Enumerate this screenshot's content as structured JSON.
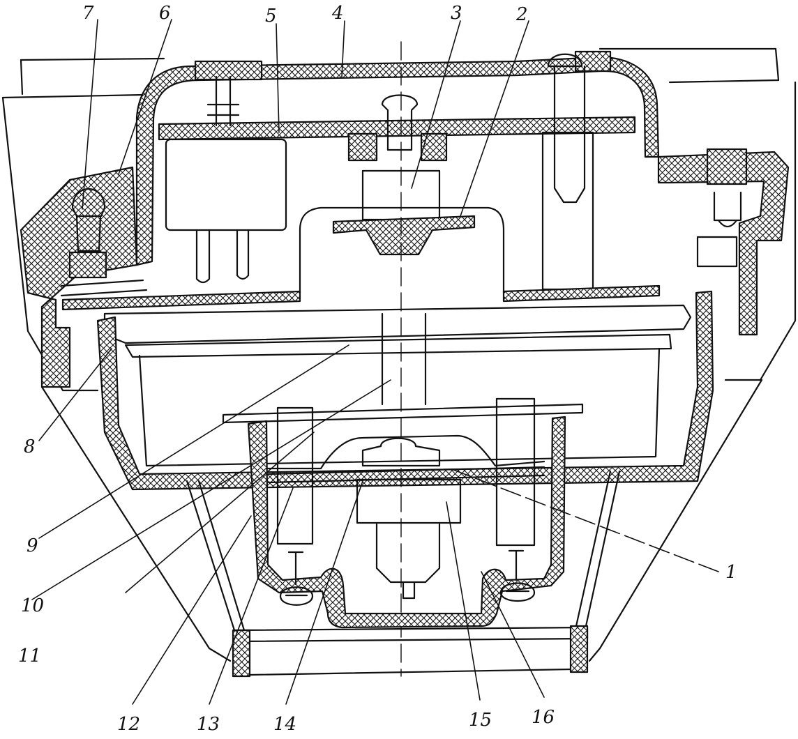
{
  "figure": {
    "callouts": {
      "c1": "1",
      "c2": "2",
      "c3": "3",
      "c4": "4",
      "c5": "5",
      "c6": "6",
      "c7": "7",
      "c8": "8",
      "c9": "9",
      "c10": "10",
      "c11": "11",
      "c12": "12",
      "c13": "13",
      "c14": "14",
      "c15": "15",
      "c16": "16"
    }
  }
}
